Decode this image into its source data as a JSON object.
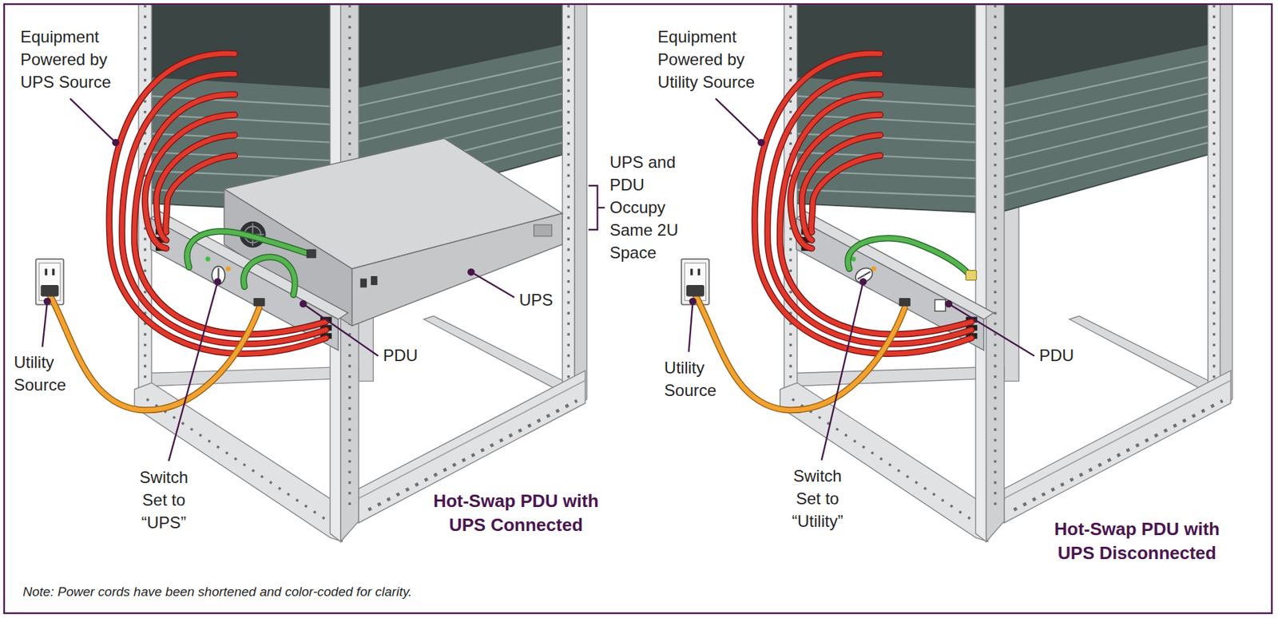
{
  "diagram": {
    "labels": [
      "Equipment Powered by UPS Source",
      "UPS and PDU Occupy Same 2U Space",
      "UPS",
      "Utility Source",
      "PDU",
      "Switch Set to “UPS”",
      "Hot-Swap PDU with UPS Connected",
      "Equipment Powered by Utility Source",
      "Utility Source",
      "PDU",
      "Switch Set to “Utility”",
      "Hot-Swap PDU with UPS Disconnected",
      "Note: Power cords have been shortened and color-coded for clarity."
    ]
  }
}
